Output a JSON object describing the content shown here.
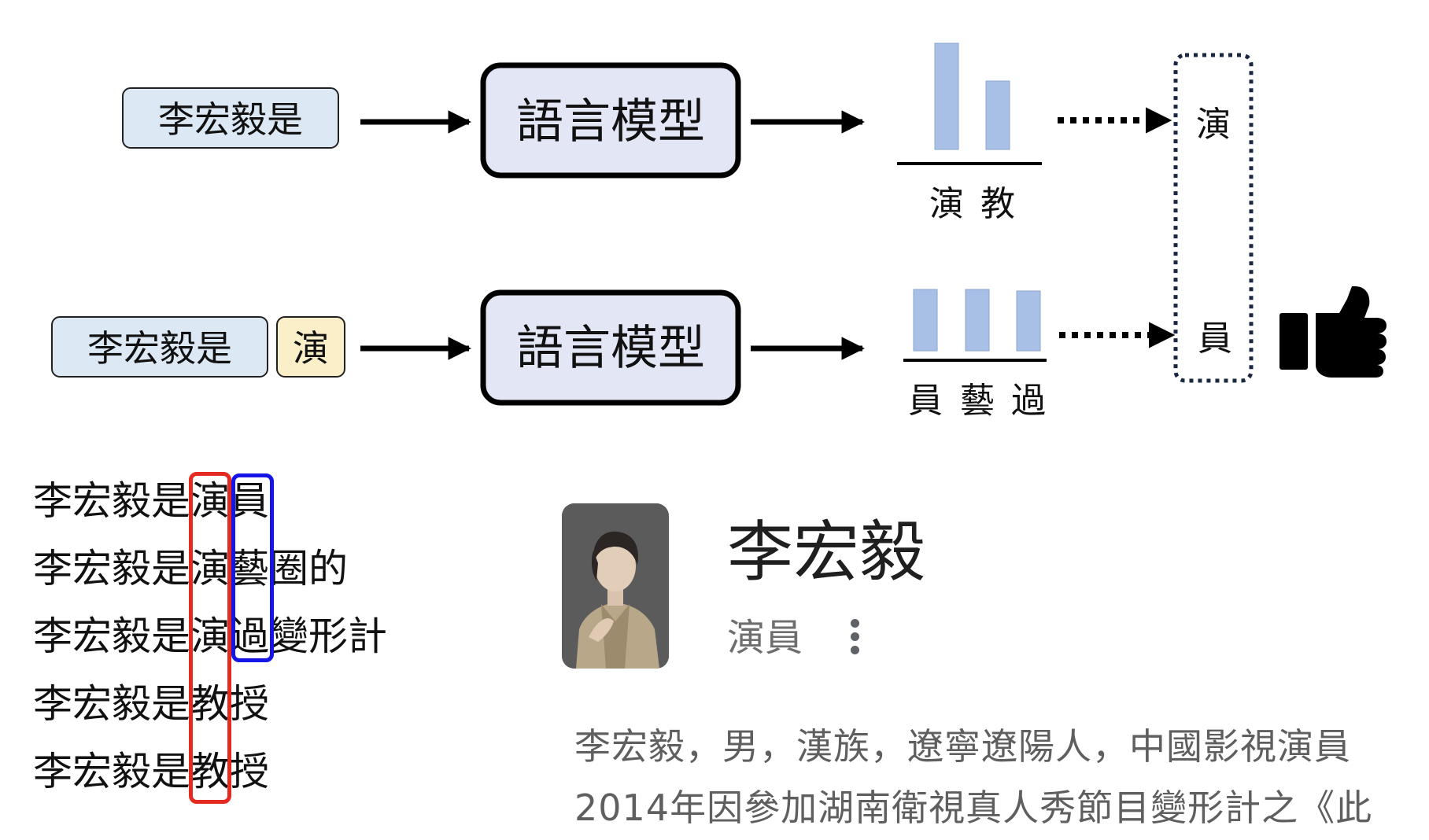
{
  "inputs": {
    "top_prompt": "李宏毅是",
    "bottom_prompt": "李宏毅是",
    "bottom_appended_token": "演"
  },
  "model_label": "語言模型",
  "top_distribution": {
    "labels": [
      "演",
      "教"
    ],
    "values": [
      0.9,
      0.58
    ]
  },
  "bottom_distribution": {
    "labels": [
      "員",
      "藝",
      "過"
    ],
    "values": [
      0.78,
      0.78,
      0.76
    ]
  },
  "selected_tokens": [
    "演",
    "員"
  ],
  "icons": {
    "approval": "thumbs-up-icon"
  },
  "colors": {
    "input_fill": "#dde8f5",
    "token_fill": "#fbefc9",
    "model_fill": "#e3e7f5",
    "bar_fill": "#a9c0e6",
    "highlight_red": "#e52a22",
    "highlight_blue": "#1515e8"
  },
  "sentences": [
    "李宏毅是演員",
    "李宏毅是演藝圈的",
    "李宏毅是演過變形計",
    "李宏毅是教授",
    "李宏毅是教授"
  ],
  "card": {
    "name": "李宏毅",
    "role": "演員",
    "desc_line1": "李宏毅，男，漢族，遼寧遼陽人，中國影視演員",
    "desc_line2": "2014年因參加湖南衛視真人秀節目變形計之《此"
  }
}
